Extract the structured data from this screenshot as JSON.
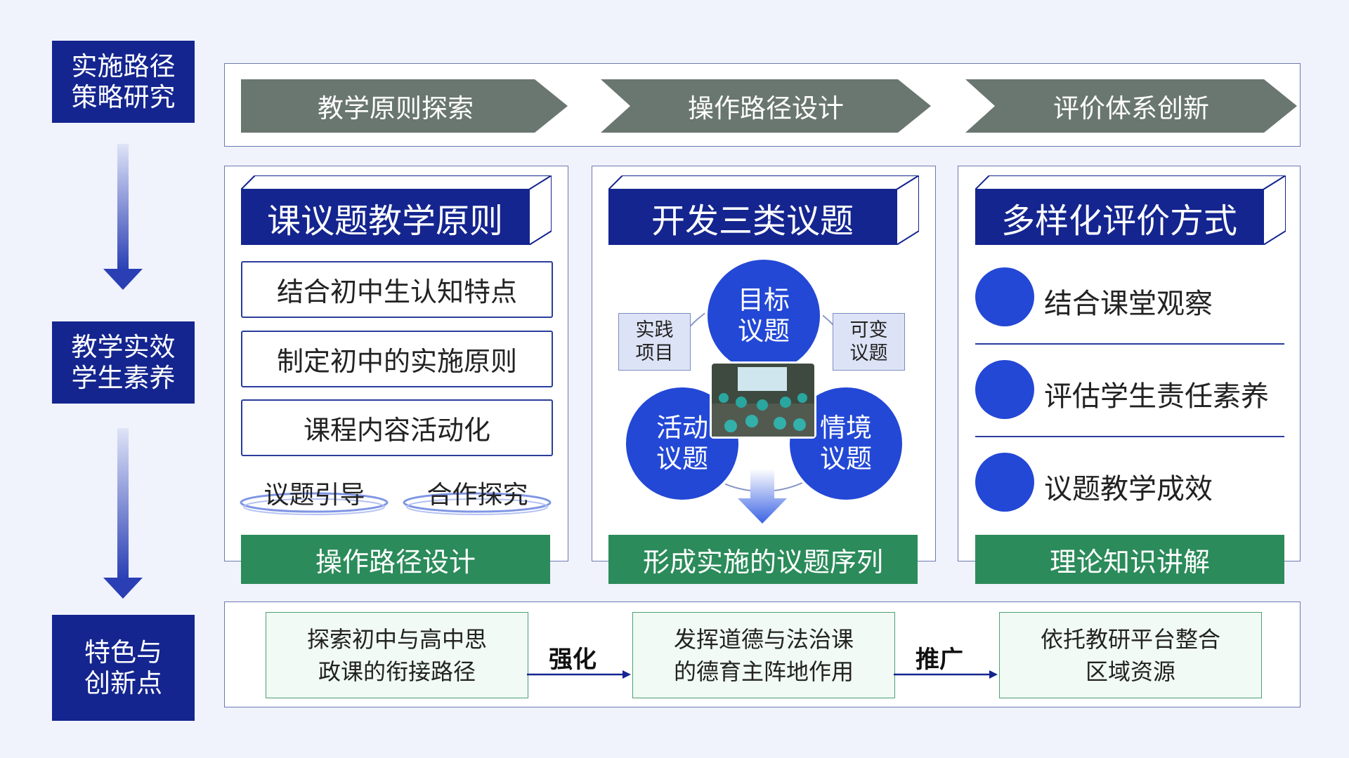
{
  "left_labels": {
    "strategy": "实施路径\n策略研究",
    "effect": "教学实效\n学生素养",
    "features": "特色与\n创新点"
  },
  "top_steps": [
    "教学原则探索",
    "操作路径设计",
    "评价体系创新"
  ],
  "col1": {
    "title": "课议题教学原则",
    "items": [
      "结合初中生认知特点",
      "制定初中的实施原则",
      "课程内容活动化"
    ],
    "pills": [
      "议题引导",
      "合作探究"
    ],
    "footer": "操作路径设计"
  },
  "col2": {
    "title": "开发三类议题",
    "circles": {
      "top": "目标\n议题",
      "left": "活动\n议题",
      "right": "情境\n议题"
    },
    "boxes": {
      "left": "实践\n项目",
      "right": "可变\n议题"
    },
    "footer": "形成实施的议题序列"
  },
  "col3": {
    "title": "多样化评价方式",
    "items": [
      "结合课堂观察",
      "评估学生责任素养",
      "议题教学成效"
    ],
    "footer": "理论知识讲解"
  },
  "features": {
    "boxes": [
      "探索初中与高中思\n政课的衔接路径",
      "发挥道德与法治课\n的德育主阵地作用",
      "依托教研平台整合\n区域资源"
    ],
    "connectors": [
      "强化",
      "推广"
    ]
  },
  "colors": {
    "navy": "#14258f",
    "blue": "#2348d6",
    "green": "#2b8b5a",
    "grey_chevron": "#6a7670",
    "background": "#f0f2fc"
  }
}
